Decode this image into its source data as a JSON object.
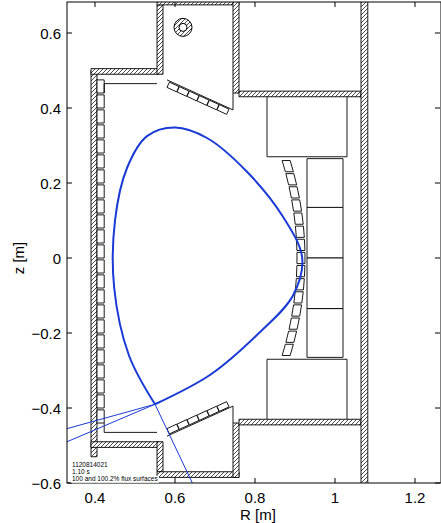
{
  "diagram": {
    "labels": [
      "0.6",
      "0.4",
      "0.2",
      "0",
      "−0.2",
      "−0.4",
      "−0.6",
      "0.4",
      "0.6",
      "0.8",
      "1",
      "1.2",
      "z [m]",
      "R [m]",
      "1120814021",
      "1.10 s",
      "100 and 100.2% flux surfaces"
    ]
  }
}
